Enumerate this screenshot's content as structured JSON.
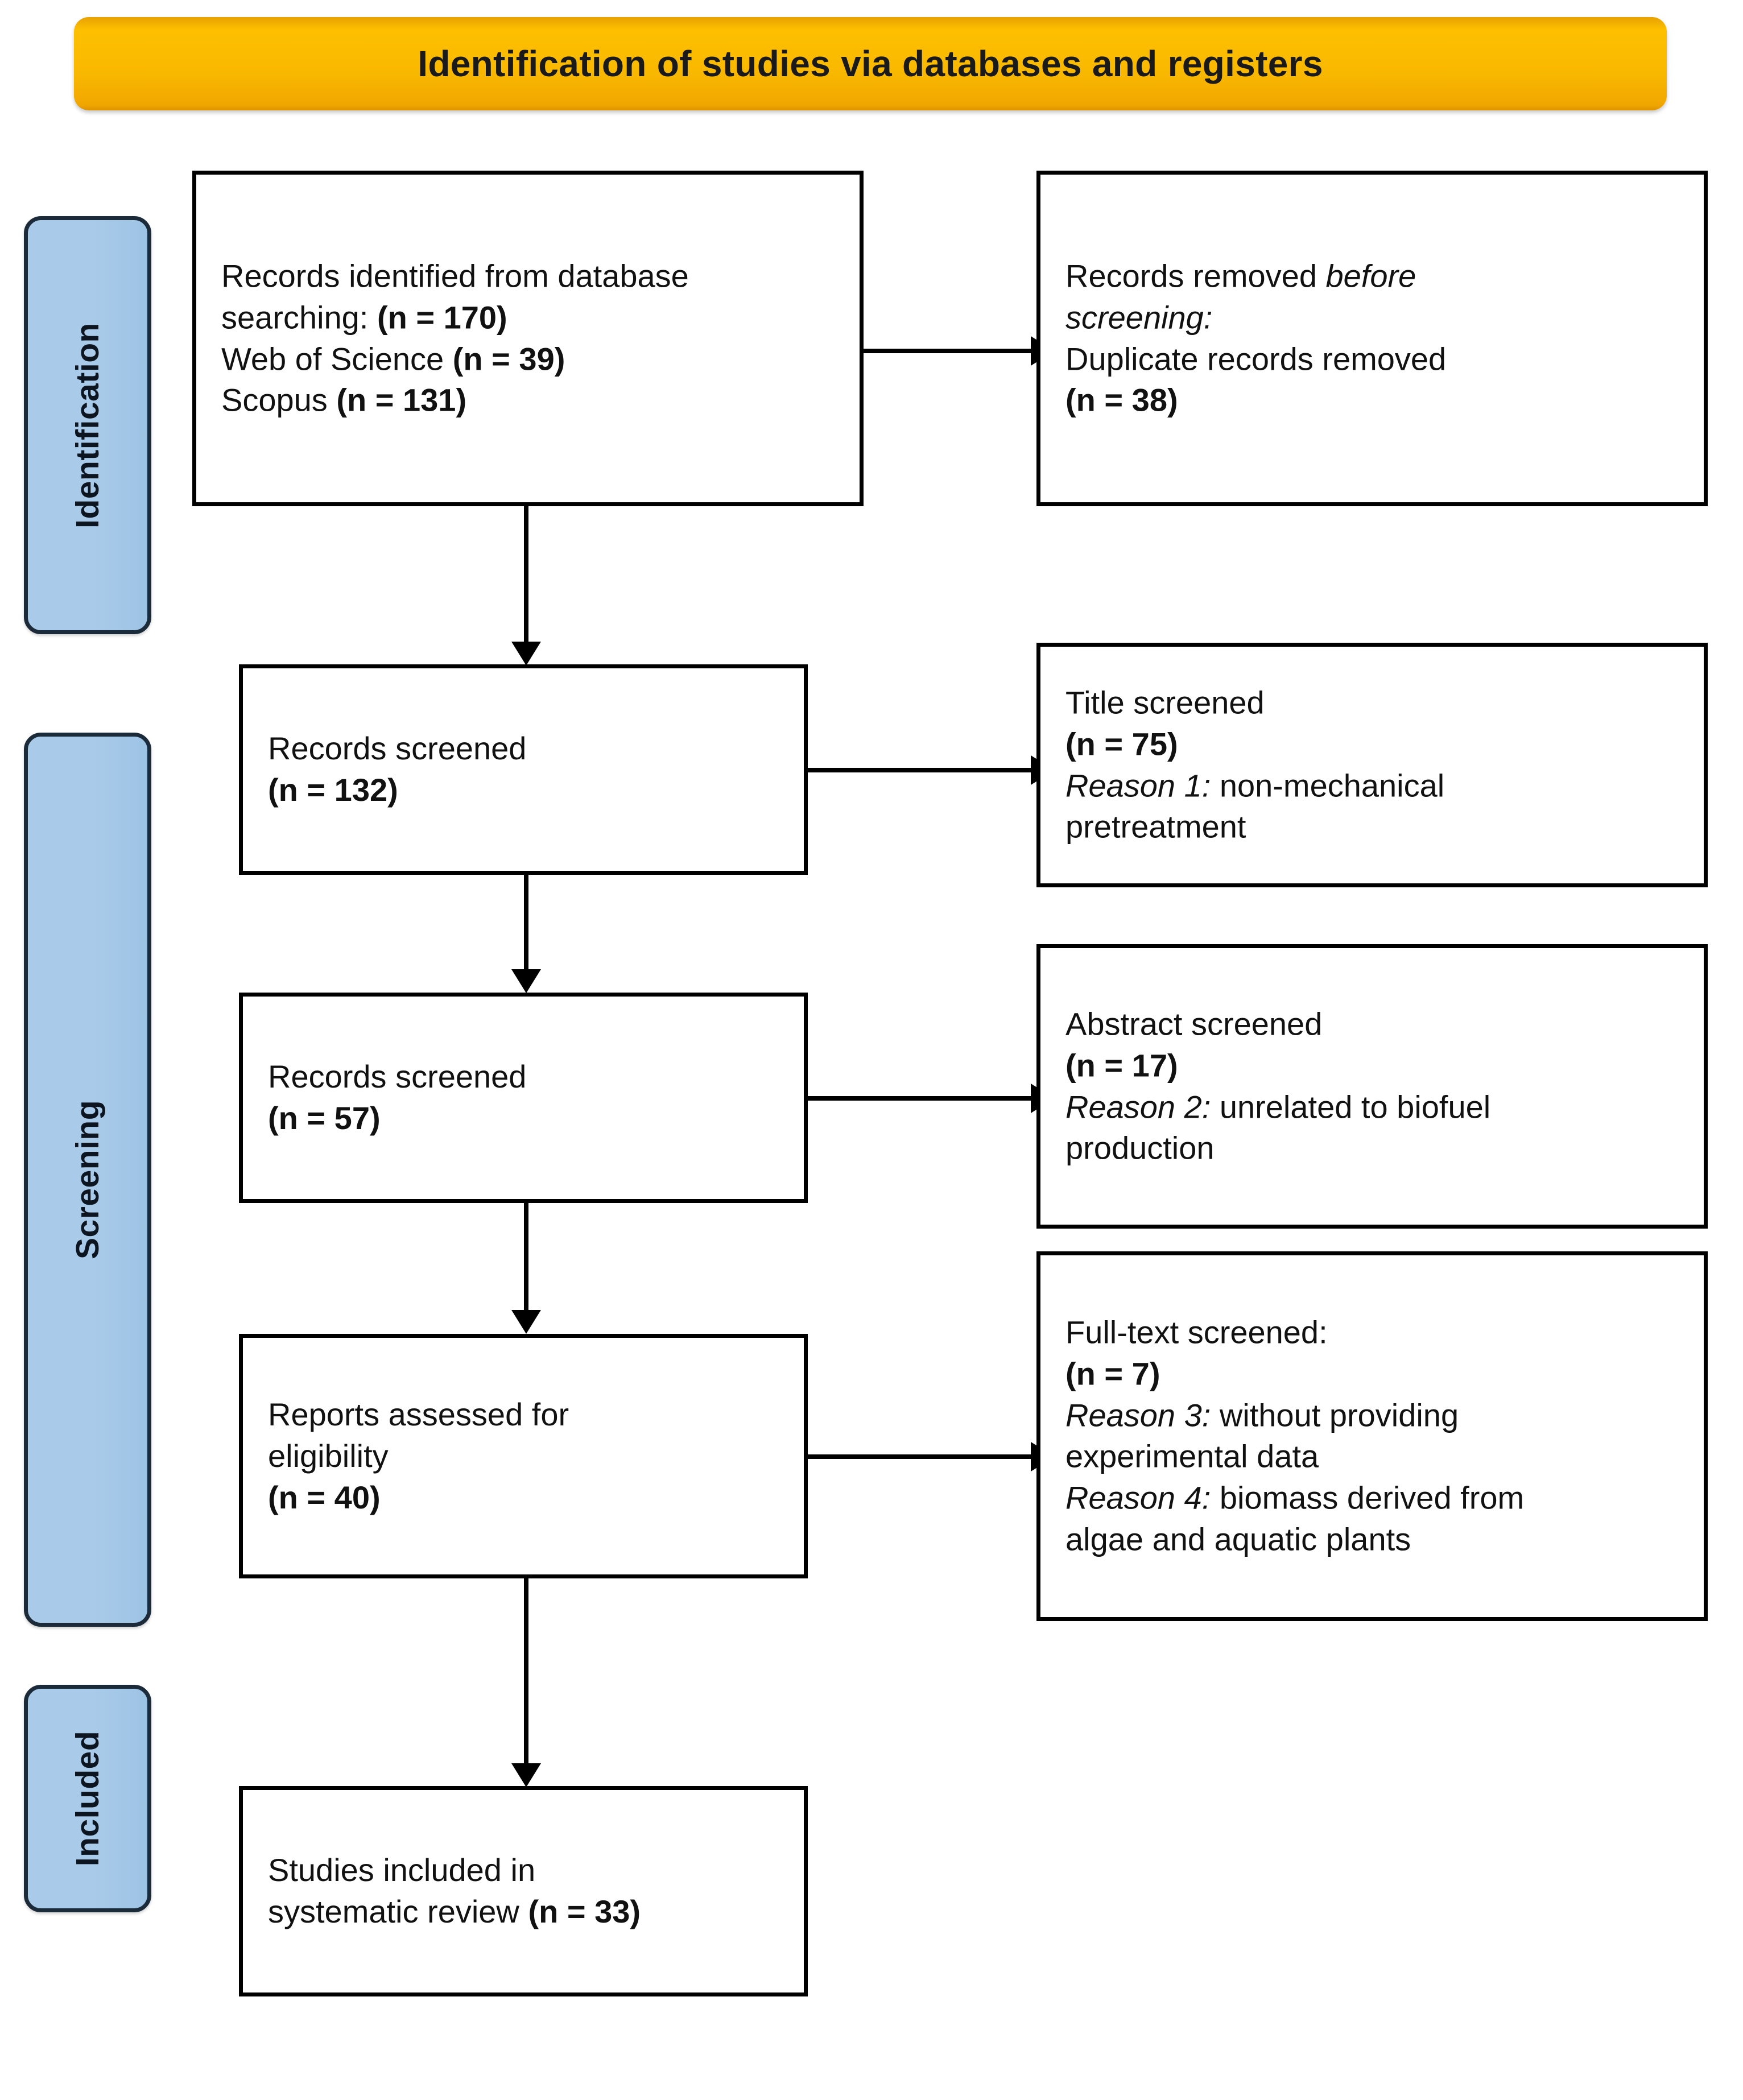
{
  "banner": {
    "title": "Identification of studies via databases and registers"
  },
  "stages": [
    {
      "key": "identification",
      "label": "Identification"
    },
    {
      "key": "screening",
      "label": "Screening"
    },
    {
      "key": "included",
      "label": "Included"
    }
  ],
  "boxes": {
    "identified": {
      "name": "records-identified-box",
      "line1": "Records identified from database",
      "line2a": "searching: ",
      "line2b": "(n = 170)",
      "line3a": "Web  of Science ",
      "line3b": "(n = 39)",
      "line4a": "Scopus ",
      "line4b": "(n = 131)"
    },
    "removed": {
      "name": "records-removed-box",
      "line1a": "Records removed ",
      "line1b": "before",
      "line2b": "screening:",
      "line3": "Duplicate records removed",
      "line4b": "(n = 38)"
    },
    "screened132": {
      "name": "records-screened-132-box",
      "line1": "Records screened",
      "line2b": "(n = 132)"
    },
    "title_screened": {
      "name": "title-screened-box",
      "line1": "Title screened",
      "line2b": "(n = 75)",
      "line3i": "Reason 1:",
      "line3t": " non-mechanical",
      "line4": "pretreatment"
    },
    "screened57": {
      "name": "records-screened-57-box",
      "line1": "Records screened",
      "line2b": "(n = 57)"
    },
    "abstract_screened": {
      "name": "abstract-screened-box",
      "line1": "Abstract screened",
      "line2b": "(n = 17)",
      "line3i": "Reason 2:",
      "line3t": " unrelated to biofuel",
      "line4": "production"
    },
    "eligibility": {
      "name": "reports-assessed-box",
      "line1": "Reports assessed for",
      "line2": "eligibility",
      "line3b": "(n = 40)"
    },
    "fulltext_screened": {
      "name": "full-text-screened-box",
      "line1": "Full-text screened:",
      "line2b": "(n = 7)",
      "line3i": "Reason 3:",
      "line3t": " without providing",
      "line4": "experimental data",
      "line5i": "Reason 4:",
      "line5t": " biomass derived from",
      "line6": "algae and aquatic plants"
    },
    "included": {
      "name": "studies-included-box",
      "line1": "Studies included in",
      "line2a": "systematic review ",
      "line2b": "(n = 33)"
    }
  },
  "chart_data": {
    "type": "diagram",
    "title": "Identification of studies via databases and registers",
    "stages": [
      "Identification",
      "Screening",
      "Included"
    ],
    "nodes": [
      {
        "id": "identified",
        "stage": "Identification",
        "label": "Records identified from database searching",
        "n": 170,
        "sources": [
          {
            "name": "Web of Science",
            "n": 39
          },
          {
            "name": "Scopus",
            "n": 131
          }
        ]
      },
      {
        "id": "removed",
        "stage": "Identification",
        "label": "Records removed before screening: Duplicate records removed",
        "n": 38
      },
      {
        "id": "screened132",
        "stage": "Screening",
        "label": "Records screened",
        "n": 132
      },
      {
        "id": "title_screened",
        "stage": "Screening",
        "label": "Title screened",
        "n": 75,
        "reason": "Reason 1: non-mechanical pretreatment"
      },
      {
        "id": "screened57",
        "stage": "Screening",
        "label": "Records screened",
        "n": 57
      },
      {
        "id": "abstract_screened",
        "stage": "Screening",
        "label": "Abstract screened",
        "n": 17,
        "reason": "Reason 2: unrelated to biofuel production"
      },
      {
        "id": "eligibility",
        "stage": "Screening",
        "label": "Reports assessed for eligibility",
        "n": 40
      },
      {
        "id": "fulltext_screened",
        "stage": "Screening",
        "label": "Full-text screened:",
        "n": 7,
        "reason": "Reason 3: without providing experimental data; Reason 4: biomass derived from algae and aquatic plants"
      },
      {
        "id": "included",
        "stage": "Included",
        "label": "Studies included in systematic review",
        "n": 33
      }
    ],
    "edges": [
      {
        "from": "identified",
        "to": "removed",
        "direction": "right"
      },
      {
        "from": "identified",
        "to": "screened132",
        "direction": "down"
      },
      {
        "from": "screened132",
        "to": "title_screened",
        "direction": "right"
      },
      {
        "from": "screened132",
        "to": "screened57",
        "direction": "down"
      },
      {
        "from": "screened57",
        "to": "abstract_screened",
        "direction": "right"
      },
      {
        "from": "screened57",
        "to": "eligibility",
        "direction": "down"
      },
      {
        "from": "eligibility",
        "to": "fulltext_screened",
        "direction": "right"
      },
      {
        "from": "eligibility",
        "to": "included",
        "direction": "down"
      }
    ],
    "colors": {
      "banner": "#f9b800",
      "stage_tab": "#a9cbe9",
      "box_border": "#000000",
      "text": "#111111"
    }
  }
}
